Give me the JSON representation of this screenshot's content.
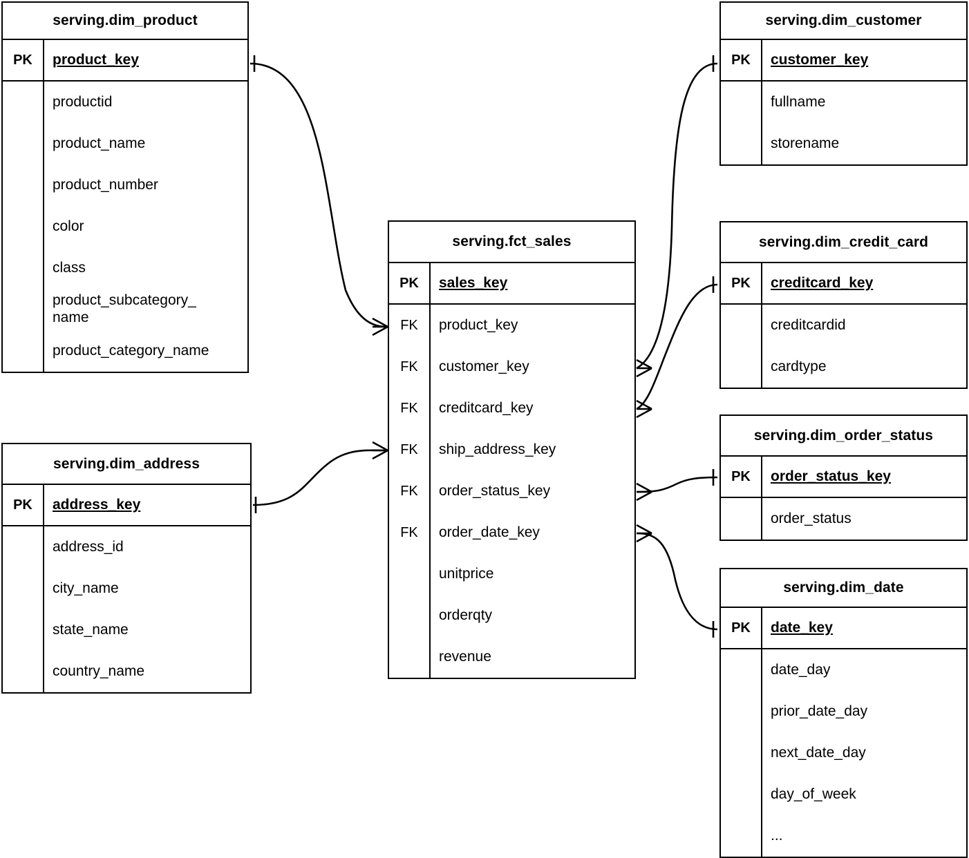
{
  "diagram": {
    "type": "entity-relationship-diagram",
    "notation": "crows-foot",
    "line_color": "#000000",
    "background": "#ffffff",
    "key_labels": {
      "primary": "PK",
      "foreign": "FK"
    }
  },
  "entities": {
    "product": {
      "title": "serving.dim_product",
      "pk": {
        "marker": "PK",
        "name": "product_key"
      },
      "fields": [
        {
          "marker": "",
          "name": "productid"
        },
        {
          "marker": "",
          "name": "product_name"
        },
        {
          "marker": "",
          "name": "product_number"
        },
        {
          "marker": "",
          "name": "color"
        },
        {
          "marker": "",
          "name": "class"
        },
        {
          "marker": "",
          "name": "product_subcategory_\nname"
        },
        {
          "marker": "",
          "name": "product_category_name"
        }
      ]
    },
    "address": {
      "title": "serving.dim_address",
      "pk": {
        "marker": "PK",
        "name": "address_key"
      },
      "fields": [
        {
          "marker": "",
          "name": "address_id"
        },
        {
          "marker": "",
          "name": "city_name"
        },
        {
          "marker": "",
          "name": "state_name"
        },
        {
          "marker": "",
          "name": "country_name"
        }
      ]
    },
    "sales": {
      "title": "serving.fct_sales",
      "pk": {
        "marker": "PK",
        "name": "sales_key"
      },
      "fields": [
        {
          "marker": "FK",
          "name": "product_key"
        },
        {
          "marker": "FK",
          "name": "customer_key"
        },
        {
          "marker": "FK",
          "name": "creditcard_key"
        },
        {
          "marker": "FK",
          "name": "ship_address_key"
        },
        {
          "marker": "FK",
          "name": "order_status_key"
        },
        {
          "marker": "FK",
          "name": "order_date_key"
        },
        {
          "marker": "",
          "name": "unitprice"
        },
        {
          "marker": "",
          "name": "orderqty"
        },
        {
          "marker": "",
          "name": "revenue"
        }
      ]
    },
    "customer": {
      "title": "serving.dim_customer",
      "pk": {
        "marker": "PK",
        "name": "customer_key"
      },
      "fields": [
        {
          "marker": "",
          "name": "fullname"
        },
        {
          "marker": "",
          "name": "storename"
        }
      ]
    },
    "credit_card": {
      "title": "serving.dim_credit_card",
      "pk": {
        "marker": "PK",
        "name": "creditcard_key"
      },
      "fields": [
        {
          "marker": "",
          "name": "creditcardid"
        },
        {
          "marker": "",
          "name": "cardtype"
        }
      ]
    },
    "order_status": {
      "title": "serving.dim_order_status",
      "pk": {
        "marker": "PK",
        "name": "order_status_key"
      },
      "fields": [
        {
          "marker": "",
          "name": "order_status"
        }
      ]
    },
    "date": {
      "title": "serving.dim_date",
      "pk": {
        "marker": "PK",
        "name": "date_key"
      },
      "fields": [
        {
          "marker": "",
          "name": "date_day"
        },
        {
          "marker": "",
          "name": "prior_date_day"
        },
        {
          "marker": "",
          "name": "next_date_day"
        },
        {
          "marker": "",
          "name": "day_of_week"
        },
        {
          "marker": "",
          "name": "..."
        }
      ]
    }
  },
  "relationships": [
    {
      "from": "serving.dim_product.product_key",
      "to": "serving.fct_sales.product_key",
      "from_cardinality": "one",
      "to_cardinality": "many"
    },
    {
      "from": "serving.dim_address.address_key",
      "to": "serving.fct_sales.ship_address_key",
      "from_cardinality": "one",
      "to_cardinality": "many"
    },
    {
      "from": "serving.dim_customer.customer_key",
      "to": "serving.fct_sales.customer_key",
      "from_cardinality": "one",
      "to_cardinality": "many"
    },
    {
      "from": "serving.dim_credit_card.creditcard_key",
      "to": "serving.fct_sales.creditcard_key",
      "from_cardinality": "one",
      "to_cardinality": "many"
    },
    {
      "from": "serving.dim_order_status.order_status_key",
      "to": "serving.fct_sales.order_status_key",
      "from_cardinality": "one",
      "to_cardinality": "many"
    },
    {
      "from": "serving.dim_date.date_key",
      "to": "serving.fct_sales.order_date_key",
      "from_cardinality": "one",
      "to_cardinality": "many"
    }
  ]
}
